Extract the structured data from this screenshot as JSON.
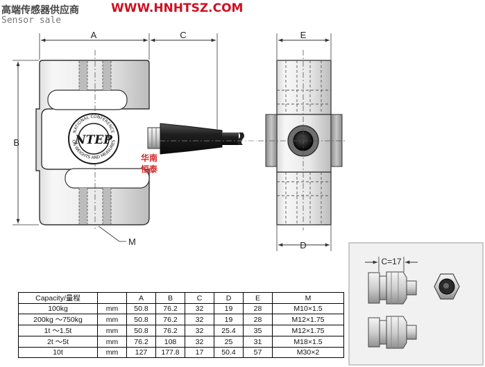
{
  "header": {
    "company": "高端传感器供应商",
    "url": "WWW.HNHTSZ.COM",
    "subtitle": "Sensor sale"
  },
  "dimension_labels": {
    "a": "A",
    "b": "B",
    "c": "C",
    "d": "D",
    "e": "E",
    "m": "M",
    "inset_c": "C=17"
  },
  "badge": {
    "text": "NTEP",
    "ring_text_top": "NATIONAL CONFERENCE",
    "ring_text_bottom": "ON WEIGHTS AND MEASURES",
    "color": "#1a1a1a"
  },
  "watermark": {
    "line1": "华南",
    "line2": "恒泰",
    "color": "#d42a2a"
  },
  "table": {
    "headers": [
      "Capacity/量程",
      "",
      "A",
      "B",
      "C",
      "D",
      "E",
      "M"
    ],
    "rows": [
      [
        "100kg",
        "mm",
        "50.8",
        "76.2",
        "32",
        "19",
        "28",
        "M10×1.5"
      ],
      [
        "200kg ～750kg",
        "mm",
        "50.8",
        "76.2",
        "32",
        "19",
        "28",
        "M12×1.75"
      ],
      [
        "1t ～1.5t",
        "mm",
        "50.8",
        "76.2",
        "32",
        "25.4",
        "35",
        "M12×1.75"
      ],
      [
        "2t ～5t",
        "mm",
        "76.2",
        "108",
        "32",
        "25",
        "31",
        "M18×1.5"
      ],
      [
        "10t",
        "mm",
        "127",
        "177.8",
        "17",
        "50.4",
        "57",
        "M30×2"
      ]
    ]
  },
  "colors": {
    "brand_red": "#cc1122",
    "metal_light": "#f2f2f2",
    "metal_mid": "#c8c8c8",
    "metal_dark": "#9a9a9a",
    "cable": "#222222"
  }
}
